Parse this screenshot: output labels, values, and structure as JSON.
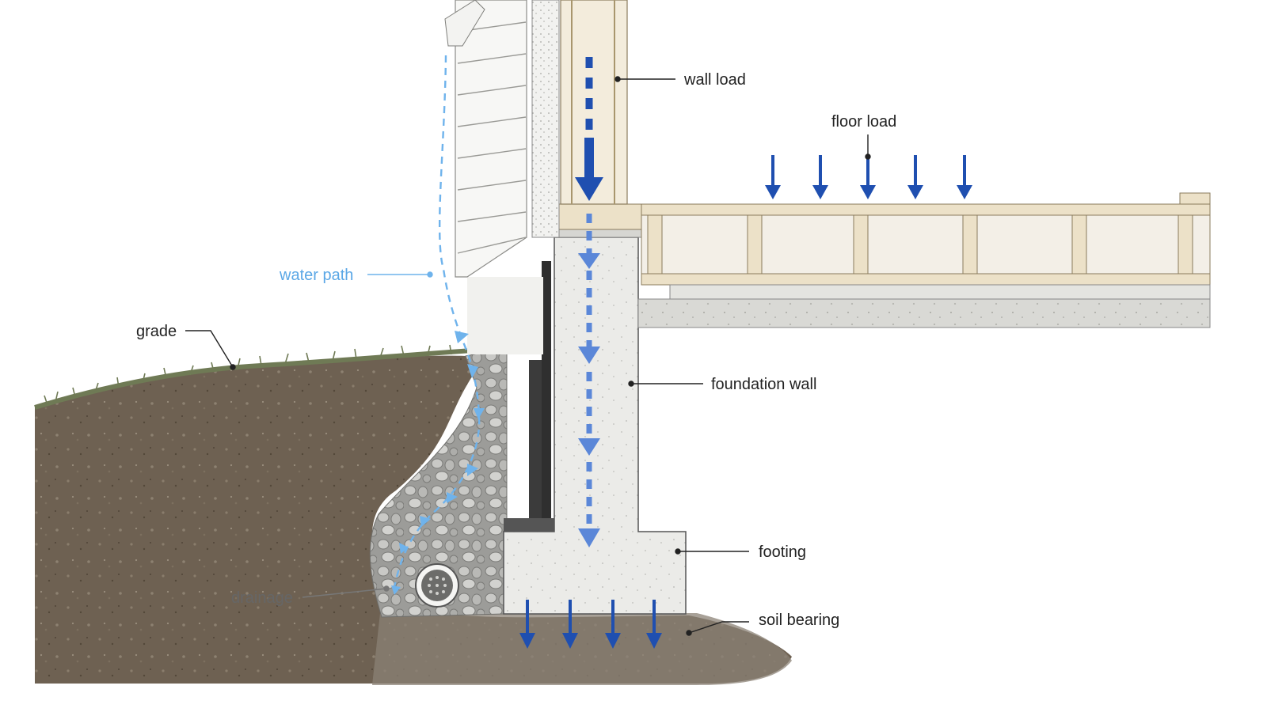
{
  "labels": {
    "wall_load": "wall load",
    "floor_load": "floor load",
    "water_path": "water path",
    "grade": "grade",
    "foundation_wall": "foundation wall",
    "footing": "footing",
    "drainage": "drainage",
    "soil_bearing": "soil bearing"
  },
  "colors": {
    "load_arrow": "#1f4fb0",
    "load_arrow_light": "#5b87d8",
    "water_arrow": "#6fb3ec",
    "water_label": "#5aa7e6",
    "soil": "#6e6152",
    "gravel": "#b7b7b4",
    "concrete": "#ebebe8",
    "wood": "#ece1c8",
    "membrane": "#3b3b3b",
    "grass": "#6f7a55",
    "leader_line": "#222222"
  },
  "icons": {
    "drain_pipe": "perforated-pipe-icon",
    "load_arrow": "down-arrow-icon"
  }
}
